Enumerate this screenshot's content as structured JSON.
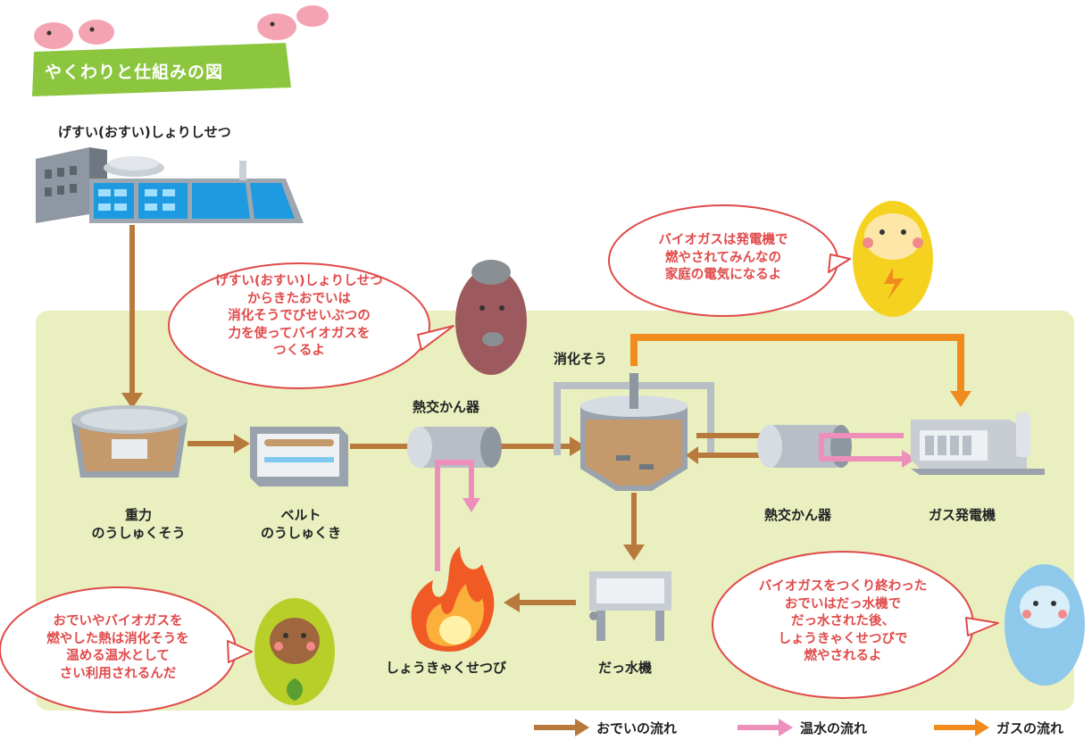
{
  "banner": {
    "title": "やくわりと仕組みの図"
  },
  "labels": {
    "sewage_plant": "げすい(おすい)しょりしせつ",
    "gravity_thickener": [
      "重力",
      "のうしゅくそう"
    ],
    "belt_thickener": [
      "ベルト",
      "のうしゅくき"
    ],
    "heat_exchanger_top": "熱交かん器",
    "digester": "消化そう",
    "heat_exchanger_right": "熱交かん器",
    "gas_generator": "ガス発電機",
    "incinerator": "しょうきゃくせつび",
    "dewatering": "だっ水機"
  },
  "bubbles": {
    "digester_explain": [
      "げすい(おすい)しょりしせつ",
      "からきたおでいは",
      "消化そうでびせいぶつの",
      "力を使ってバイオガスを",
      "つくるよ"
    ],
    "biogas_power": [
      "バイオガスは発電機で",
      "燃やされてみんなの",
      "家庭の電気になるよ"
    ],
    "heat_reuse": [
      "おでいやバイオガスを",
      "燃やした熱は消化そうを",
      "温める温水として",
      "さい利用されるんだ"
    ],
    "sludge_after": [
      "バイオガスをつくり終わった",
      "おでいはだっ水機で",
      "だっ水された後、",
      "しょうきゃくせつびで",
      "燃やされるよ"
    ]
  },
  "legend": {
    "sludge": "おでいの流れ",
    "hot_water": "温水の流れ",
    "gas": "ガスの流れ"
  },
  "colors": {
    "sludge_flow": "#b87a3c",
    "hot_water_flow": "#ee8fbb",
    "gas_flow": "#f08c1e",
    "panel": "#e9efbf",
    "bubble_text": "#e04a4a",
    "banner": "#8cc63f"
  }
}
